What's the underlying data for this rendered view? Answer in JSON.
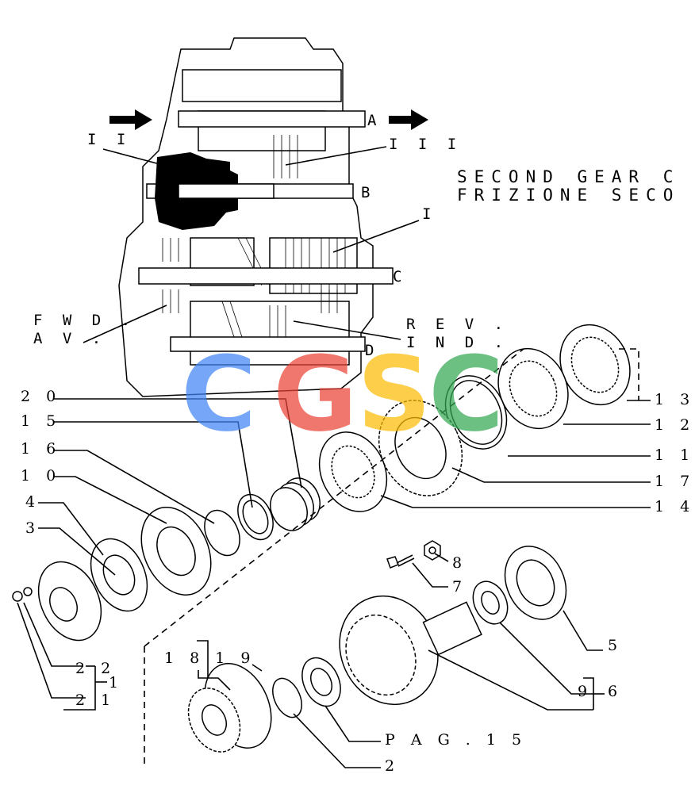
{
  "title": {
    "line1": "SECOND GEAR C",
    "line2": "FRIZIONE SECO"
  },
  "section_labels": {
    "shaft_a": "A",
    "shaft_b": "B",
    "shaft_c": "C",
    "shaft_d": "D",
    "clutch_i": "I",
    "clutch_ii": "I I",
    "clutch_iii": "I I I",
    "fwd": "F W D .",
    "av": "A V .",
    "rev": "R E V .",
    "ind": "I N D ."
  },
  "callouts": {
    "c20": "2 0",
    "c15": "1 5",
    "c16": "1 6",
    "c10": "1 0",
    "c4": "4",
    "c3": "3",
    "c22": "2 2",
    "c21": "2 1",
    "c1": "1",
    "c13": "1 3",
    "c12": "1 2",
    "c11": "1 1",
    "c17": "1 7",
    "c14": "1 4",
    "c8": "8",
    "c7": "7",
    "c5": "5",
    "c9": "9",
    "c6": "6",
    "c18_19": "1 8 1 9",
    "pag": "P A G .   1 5",
    "c2": "2"
  },
  "watermark": {
    "letters": [
      "C",
      "G",
      "S",
      "C"
    ],
    "colors": [
      "#4285f4",
      "#ea4335",
      "#fbbc05",
      "#34a853"
    ]
  }
}
